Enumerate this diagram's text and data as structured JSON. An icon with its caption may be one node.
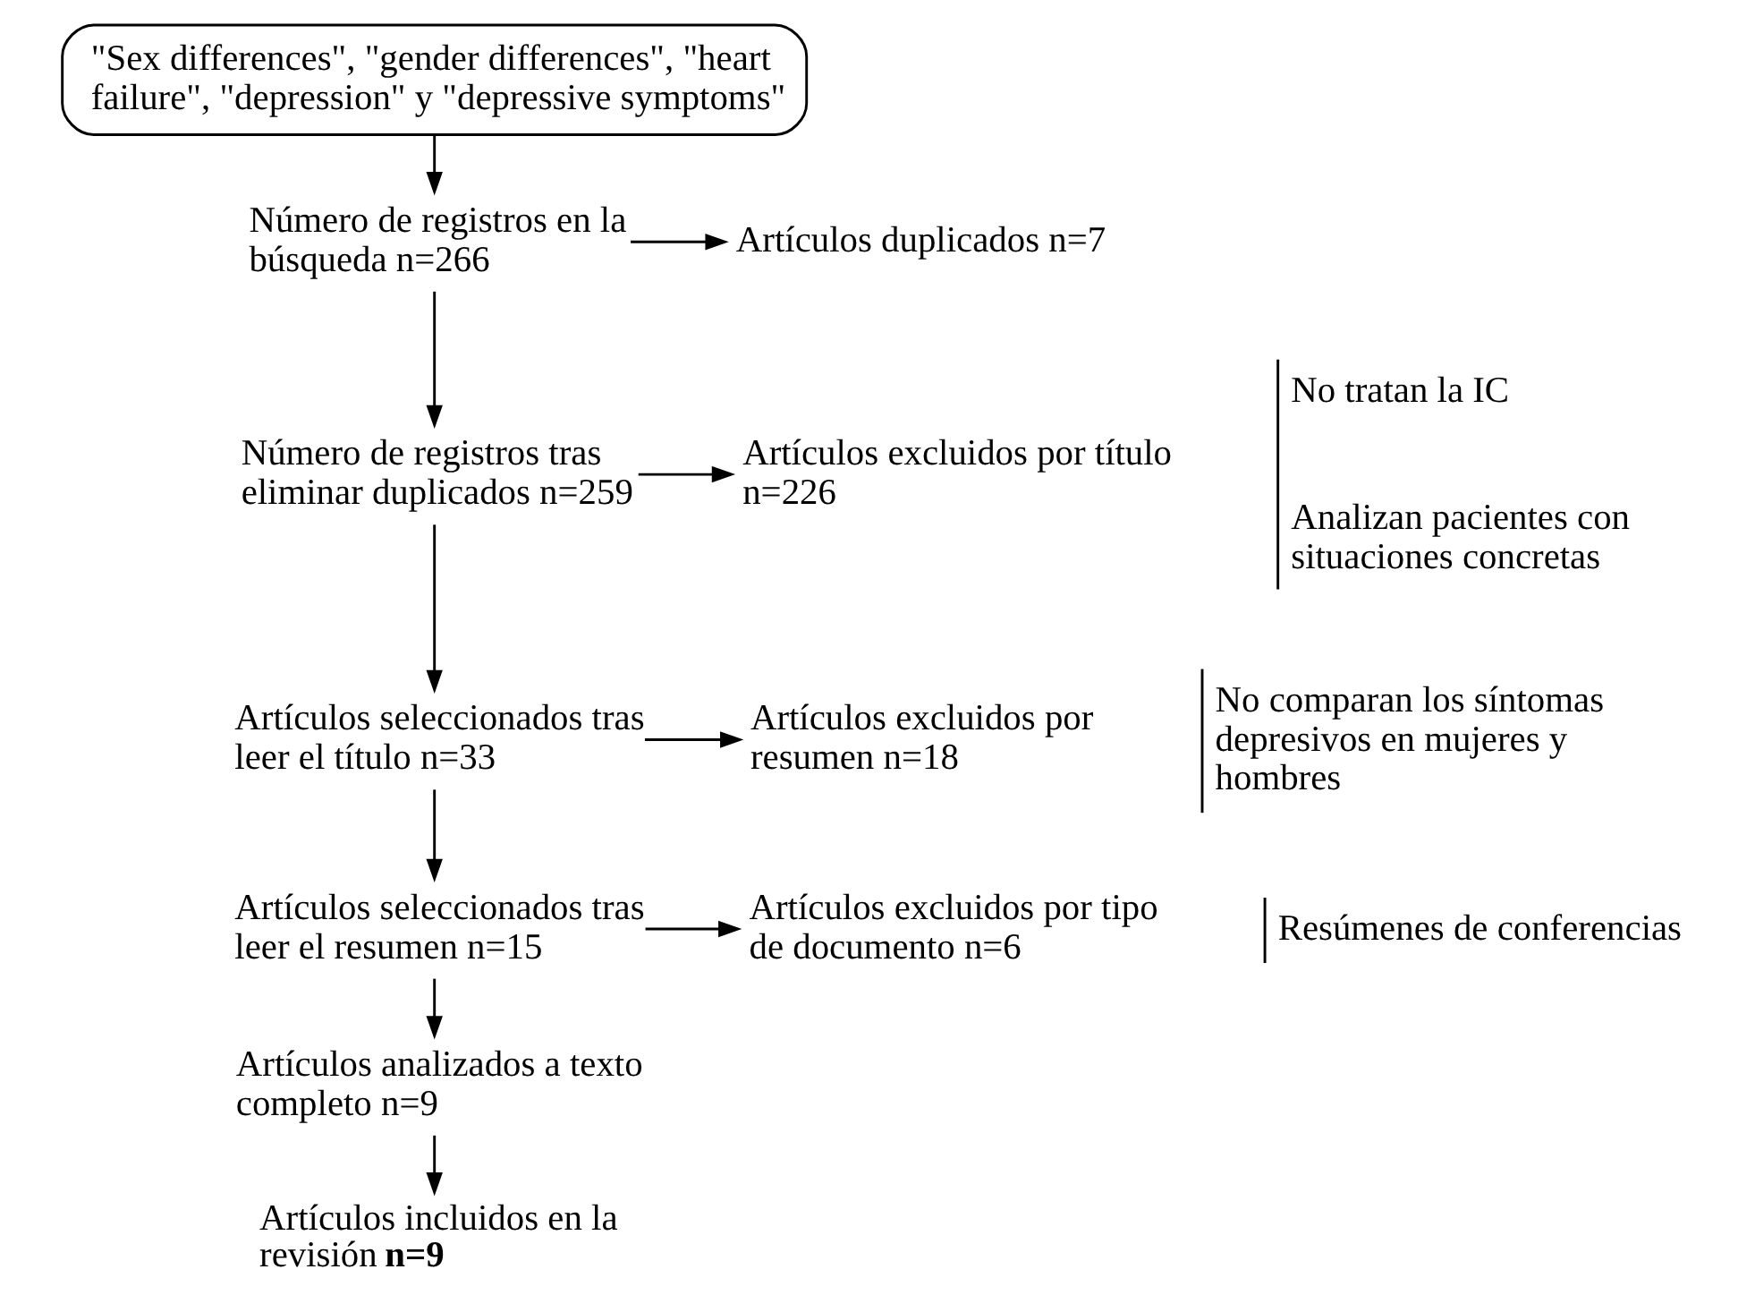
{
  "diagram": {
    "nodes": [
      {
        "text": [
          "\"Sex differences\", \"gender differences\", \"heart failure\", \"depression\" y \"depressive symptoms\""
        ]
      },
      {
        "text": [
          "Número de registros en la búsqueda n=266"
        ]
      },
      {
        "text": [
          "Artículos duplicados n=7"
        ]
      },
      {
        "text": [
          "Número de registros tras eliminar duplicados n=259"
        ]
      },
      {
        "text": [
          "Artículos excluidos por título n=226"
        ],
        "beside": [
          "No tratan la IC",
          "Analizan pacientes con situaciones concretas"
        ]
      },
      {
        "text": [
          "Artículos seleccionados tras leer el título n=33"
        ]
      },
      {
        "text": [
          "Artículos excluidos por resumen n=18"
        ],
        "beside": [
          "No comparan los síntomas depresivos en mujeres y hombres"
        ]
      },
      {
        "text": [
          "Artículos seleccionados tras leer el resumen n=15"
        ]
      },
      {
        "text": [
          "Artículos excluidos por tipo de documento n=6"
        ],
        "beside": [
          "Resúmenes de conferencias"
        ]
      },
      {
        "text": [
          "Artículos analizados a texto completo n=9"
        ]
      },
      {
        "text": [
          "Artículos incluidos en la revisión **n=9**"
        ]
      }
    ],
    "edges": [
      {
        "from": 0,
        "to": 1,
        "arrow": "to"
      },
      {
        "from": 1,
        "to": 2,
        "arrow": "to"
      },
      {
        "from": 1,
        "to": 3,
        "arrow": "to"
      },
      {
        "from": 3,
        "to": 4,
        "arrow": "to"
      },
      {
        "from": 3,
        "to": 5,
        "arrow": "to"
      },
      {
        "from": 5,
        "to": 6,
        "arrow": "to"
      },
      {
        "from": 5,
        "to": 7,
        "arrow": "to"
      },
      {
        "from": 7,
        "to": 8,
        "arrow": "to"
      },
      {
        "from": 7,
        "to": 9,
        "arrow": "to"
      },
      {
        "from": 9,
        "to": 10,
        "arrow": "to"
      }
    ]
  }
}
